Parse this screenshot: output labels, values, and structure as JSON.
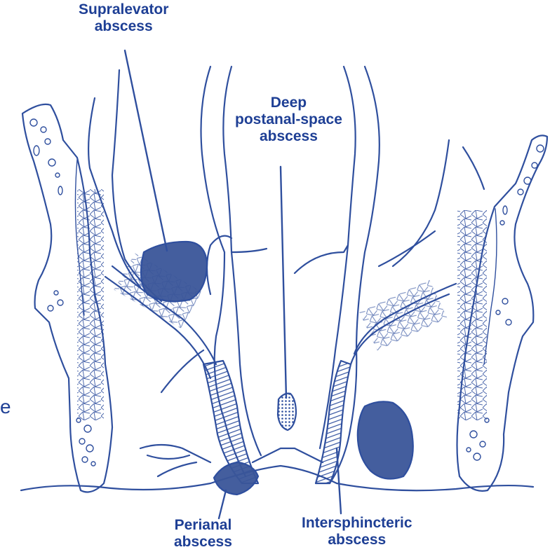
{
  "colors": {
    "ink": "#2f4f9e",
    "label": "#1e3f95",
    "abscess_fill": "#3a5599",
    "background": "#ffffff"
  },
  "labels": {
    "supralevator": [
      "Supralevator",
      "abscess"
    ],
    "deep_postanal": [
      "Deep",
      "postanal-space",
      "abscess"
    ],
    "perianal": [
      "Perianal",
      "abscess"
    ],
    "intersphincteric": [
      "Intersphincteric",
      "abscess"
    ]
  },
  "fragment": "e"
}
